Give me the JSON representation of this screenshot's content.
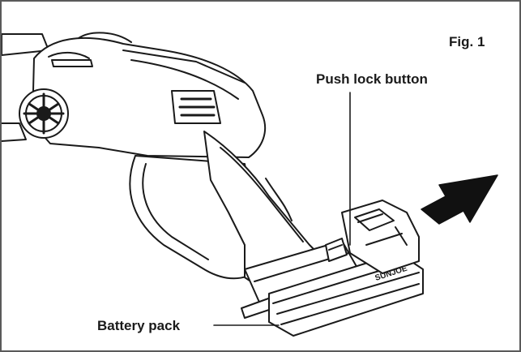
{
  "figure": {
    "label": "Fig. 1",
    "callouts": {
      "push_lock": "Push lock button",
      "battery": "Battery pack"
    },
    "brand_mark": "SUNJOE"
  },
  "colors": {
    "line": "#1a1a1a",
    "frame": "#5a5a5a",
    "arrow": "#111111"
  }
}
